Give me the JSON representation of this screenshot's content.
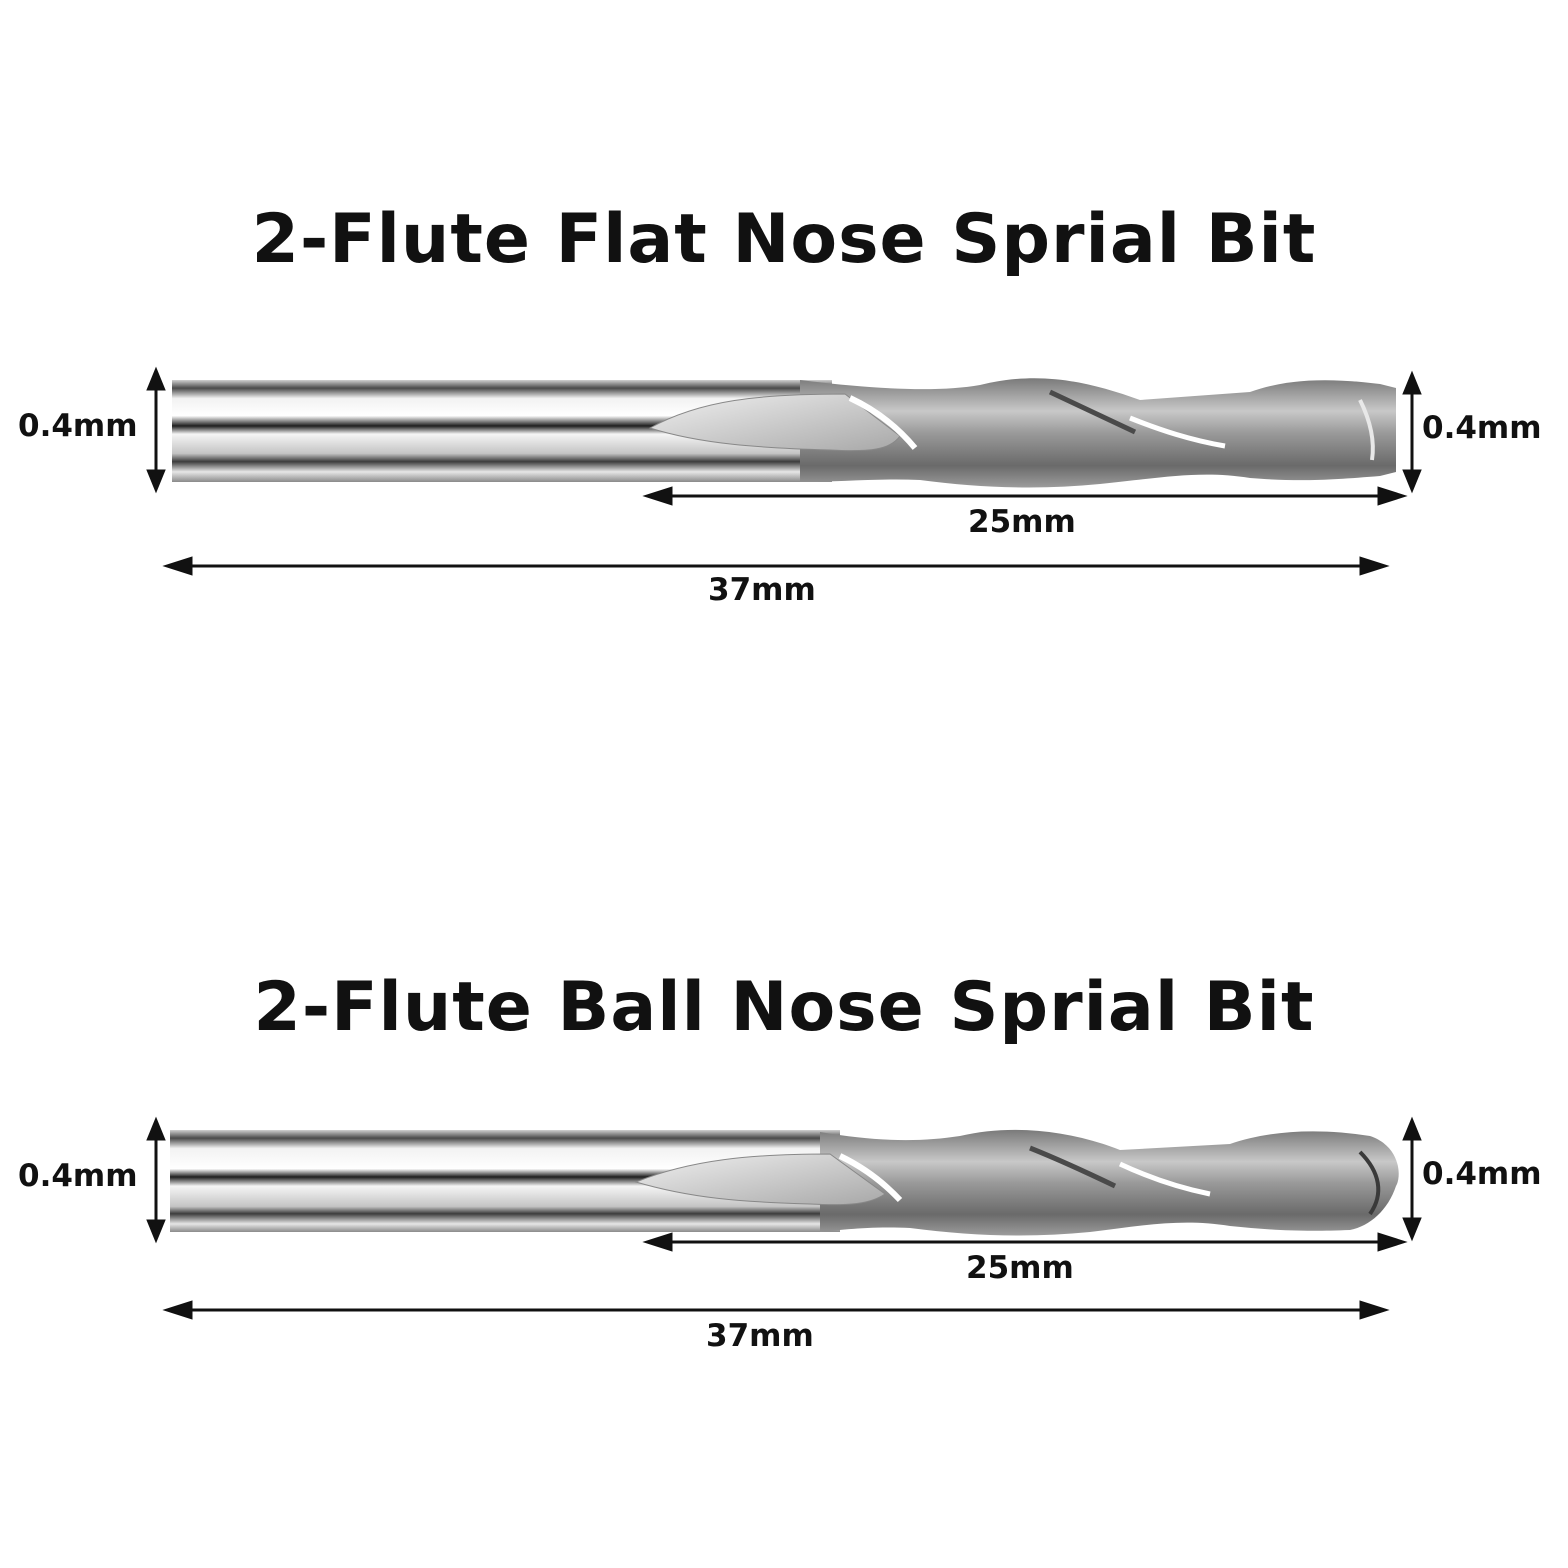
{
  "colors": {
    "background": "#ffffff",
    "text": "#111111",
    "metal_light": "#e8e8e8",
    "metal_dark": "#555555"
  },
  "bits": [
    {
      "title": "2-Flute Flat Nose Sprial Bit",
      "shank_diameter": "0.4mm",
      "tip_diameter": "0.4mm",
      "flute_length": "25mm",
      "overall_length": "37mm",
      "tip": "flat"
    },
    {
      "title": "2-Flute Ball Nose Sprial Bit",
      "shank_diameter": "0.4mm",
      "tip_diameter": "0.4mm",
      "flute_length": "25mm",
      "overall_length": "37mm",
      "tip": "ball"
    }
  ]
}
